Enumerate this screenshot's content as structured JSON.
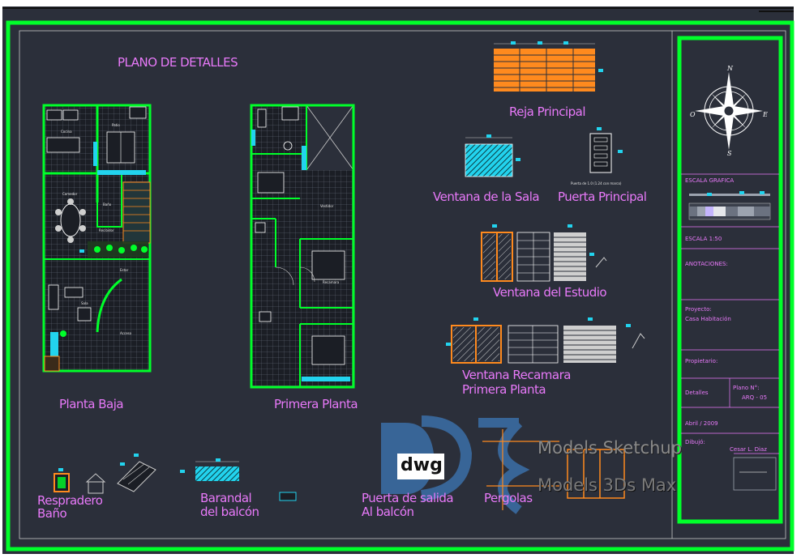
{
  "drawing_title": "PLANO DE DETALLES",
  "plan_labels": {
    "ground_floor": "Planta Baja",
    "first_floor": "Primera Planta"
  },
  "room_labels": [
    "Cocina",
    "Patio",
    "Comedor",
    "Estar",
    "Recibidor",
    "Sala",
    "Acceso",
    "Baño",
    "Recamara",
    "Vestidor"
  ],
  "detail_labels": {
    "main_gate": "Reja Principal",
    "living_window": "Ventana de la Sala",
    "main_door": "Puerta Principal",
    "door_note": "Puerta de 1.0 (1.24 con marco)",
    "study_window": "Ventana del Estudio",
    "bedroom_window_1": "Ventana Recamara",
    "bedroom_window_2": "Primera Planta",
    "bath_vent_1": "Respradero",
    "bath_vent_2": "Baño",
    "balcony_rail_1": "Barandal",
    "balcony_rail_2": "del balcón",
    "exit_door_1": "Puerta de salida",
    "exit_door_2": "Al balcón",
    "pergolas": "Pergolas"
  },
  "title_block": {
    "graphic_scale": "ESCALA GRAFICA",
    "scale": "ESCALA 1:50",
    "notes": "ANOTACIONES:",
    "project_label": "Proyecto:",
    "project_value": "Casa Habitación",
    "owner_label": "Propietario:",
    "details_label": "Detalles",
    "sheet_label": "Plano N°:",
    "sheet_value": "ARQ - 05",
    "date": "Abril / 2009",
    "drawn_label": "Dibujó:",
    "drawn_value": "Cesar L. Diaz"
  },
  "compass": {
    "n": "N",
    "s": "S",
    "e": "E",
    "o": "O"
  },
  "watermark": {
    "badge": "dwg",
    "line1": "Models Sketchup",
    "line2": "Models 3Ds Max"
  },
  "colors": {
    "background": "#2b2f3a",
    "frame": "#00ff2a",
    "label": "#e879f9",
    "gate": "#ff8a1e",
    "cyan": "#22d3ee"
  }
}
